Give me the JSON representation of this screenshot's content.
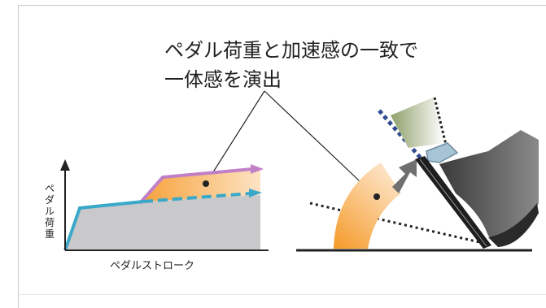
{
  "caption": {
    "line1": "ペダル荷重と加速感の一致で",
    "line2": "一体感を演出"
  },
  "graph": {
    "y_axis_label": "ペ\nダ\nル\n荷\n重",
    "x_axis_label": "ペダルストローク"
  },
  "colors": {
    "fill_gray": "#c9c9cb",
    "orange": "#f7a23c",
    "pink_purple": "#c17fc7",
    "cyan": "#3aa8c8",
    "dark": "#222222",
    "arm_gray": "#5b5b5b"
  }
}
